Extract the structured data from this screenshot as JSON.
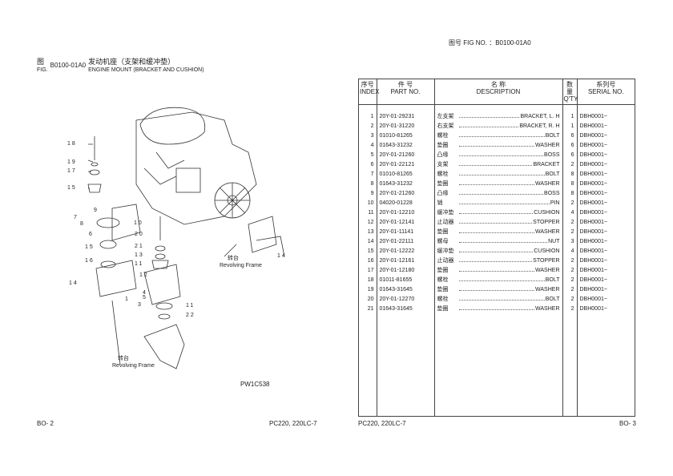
{
  "left_header": {
    "fig_cn": "图",
    "fig_en": "FIG.",
    "fig_no": "B0100-01A0",
    "title_cn": "发动机座（支架和缓冲垫）",
    "title_en": "ENGINE MOUNT (BRACKET AND CUSHION)"
  },
  "right_header": {
    "fig_label": "图号  FIG NO.  ：B0100-01A0"
  },
  "table_headers": {
    "index_cn": "序号",
    "index_en": "INDEX",
    "part_cn": "件      号",
    "part_en": "PART NO.",
    "desc_cn": "名        称",
    "desc_en": "DESCRIPTION",
    "qty_cn": "数量",
    "qty_en": "Q'TY",
    "serial_cn": "系列号",
    "serial_en": "SERIAL NO."
  },
  "parts": [
    {
      "index": "1",
      "part_no": "20Y-01-29231",
      "cn": "左支架",
      "en": "BRACKET, L. H",
      "qty": "1",
      "serial": "DBH0001~"
    },
    {
      "index": "2",
      "part_no": "20Y-01-31220",
      "cn": "右支架",
      "en": "BRACKET, R. H",
      "qty": "1",
      "serial": "DBH0001~"
    },
    {
      "index": "3",
      "part_no": "01010-81265",
      "cn": "螺栓",
      "en": "BOLT",
      "qty": "6",
      "serial": "DBH0001~"
    },
    {
      "index": "4",
      "part_no": "01643-31232",
      "cn": "垫圈",
      "en": "WASHER",
      "qty": "6",
      "serial": "DBH0001~"
    },
    {
      "index": "5",
      "part_no": "20Y-01-21260",
      "cn": "凸缘",
      "en": "BOSS",
      "qty": "6",
      "serial": "DBH0001~"
    },
    {
      "index": "6",
      "part_no": "20Y-01-22121",
      "cn": "支架",
      "en": "BRACKET",
      "qty": "2",
      "serial": "DBH0001~"
    },
    {
      "index": "7",
      "part_no": "01010-81265",
      "cn": "螺栓",
      "en": "BOLT",
      "qty": "8",
      "serial": "DBH0001~"
    },
    {
      "index": "8",
      "part_no": "01643-31232",
      "cn": "垫圈",
      "en": "WASHER",
      "qty": "8",
      "serial": "DBH0001~"
    },
    {
      "index": "9",
      "part_no": "20Y-01-21260",
      "cn": "凸缘",
      "en": "BOSS",
      "qty": "8",
      "serial": "DBH0001~"
    },
    {
      "index": "10",
      "part_no": "04020-01228",
      "cn": "销",
      "en": "PIN",
      "qty": "2",
      "serial": "DBH0001~"
    },
    {
      "index": "11",
      "part_no": "20Y-01-12210",
      "cn": "缓冲垫",
      "en": "CUSHION",
      "qty": "4",
      "serial": "DBH0001~"
    },
    {
      "index": "12",
      "part_no": "20Y-01-12141",
      "cn": "止动器",
      "en": "STOPPER",
      "qty": "2",
      "serial": "DBH0001~"
    },
    {
      "index": "13",
      "part_no": "20Y-01-11141",
      "cn": "垫圈",
      "en": "WASHER",
      "qty": "2",
      "serial": "DBH0001~"
    },
    {
      "index": "14",
      "part_no": "20Y-01-22111",
      "cn": "螺母",
      "en": "NUT",
      "qty": "3",
      "serial": "DBH0001~"
    },
    {
      "index": "15",
      "part_no": "20Y-01-12222",
      "cn": "缓冲垫",
      "en": "CUSHION",
      "qty": "4",
      "serial": "DBH0001~"
    },
    {
      "index": "16",
      "part_no": "20Y-01-12161",
      "cn": "止动器",
      "en": "STOPPER",
      "qty": "2",
      "serial": "DBH0001~"
    },
    {
      "index": "17",
      "part_no": "20Y-01-12180",
      "cn": "垫圈",
      "en": "WASHER",
      "qty": "2",
      "serial": "DBH0001~"
    },
    {
      "index": "18",
      "part_no": "01011-81655",
      "cn": "螺栓",
      "en": "BOLT",
      "qty": "2",
      "serial": "DBH0001~"
    },
    {
      "index": "19",
      "part_no": "01643-31645",
      "cn": "垫圈",
      "en": "WASHER",
      "qty": "2",
      "serial": "DBH0001~"
    },
    {
      "index": "20",
      "part_no": "20Y-01-12270",
      "cn": "螺栓",
      "en": "BOLT",
      "qty": "2",
      "serial": "DBH0001~"
    },
    {
      "index": "21",
      "part_no": "01643-31645",
      "cn": "垫圈",
      "en": "WASHER",
      "qty": "2",
      "serial": "DBH0001~"
    }
  ],
  "diagram": {
    "callouts": [
      "18",
      "19",
      "17",
      "15",
      "7",
      "8",
      "9",
      "6",
      "10",
      "20",
      "21",
      "15",
      "13",
      "16",
      "11",
      "12",
      "14",
      "2",
      "4",
      "5",
      "3",
      "11",
      "22",
      "14",
      "1"
    ],
    "revolving_frame_cn": "转台",
    "revolving_frame_en": "Revolving Frame",
    "drawing_no": "PW1C538"
  },
  "footer": {
    "left_page": "BO- 2",
    "left_model": "PC220, 220LC-7",
    "right_model": "PC220, 220LC-7",
    "right_page": "BO- 3"
  }
}
